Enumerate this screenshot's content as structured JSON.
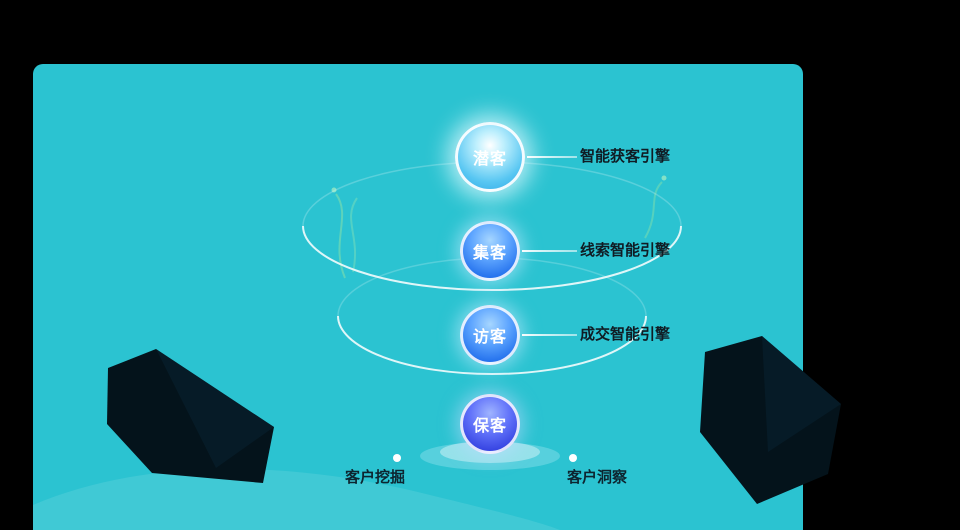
{
  "colors": {
    "background": "#000000",
    "panel": "#2bc3d1",
    "text_dark": "#101c24",
    "white": "#ffffff",
    "stage_light_blue": "#57c6f2",
    "stage_blue": "#1e6ceb",
    "stage_deep_blue": "#2e3bdd"
  },
  "funnel": {
    "stages": [
      {
        "name": "潜客",
        "engine": "智能获客引擎"
      },
      {
        "name": "集客",
        "engine": "线索智能引擎"
      },
      {
        "name": "访客",
        "engine": "成交智能引擎"
      },
      {
        "name": "保客",
        "engine": ""
      }
    ]
  },
  "footer": {
    "left_label": "客户挖掘",
    "right_label": "客户洞察"
  }
}
